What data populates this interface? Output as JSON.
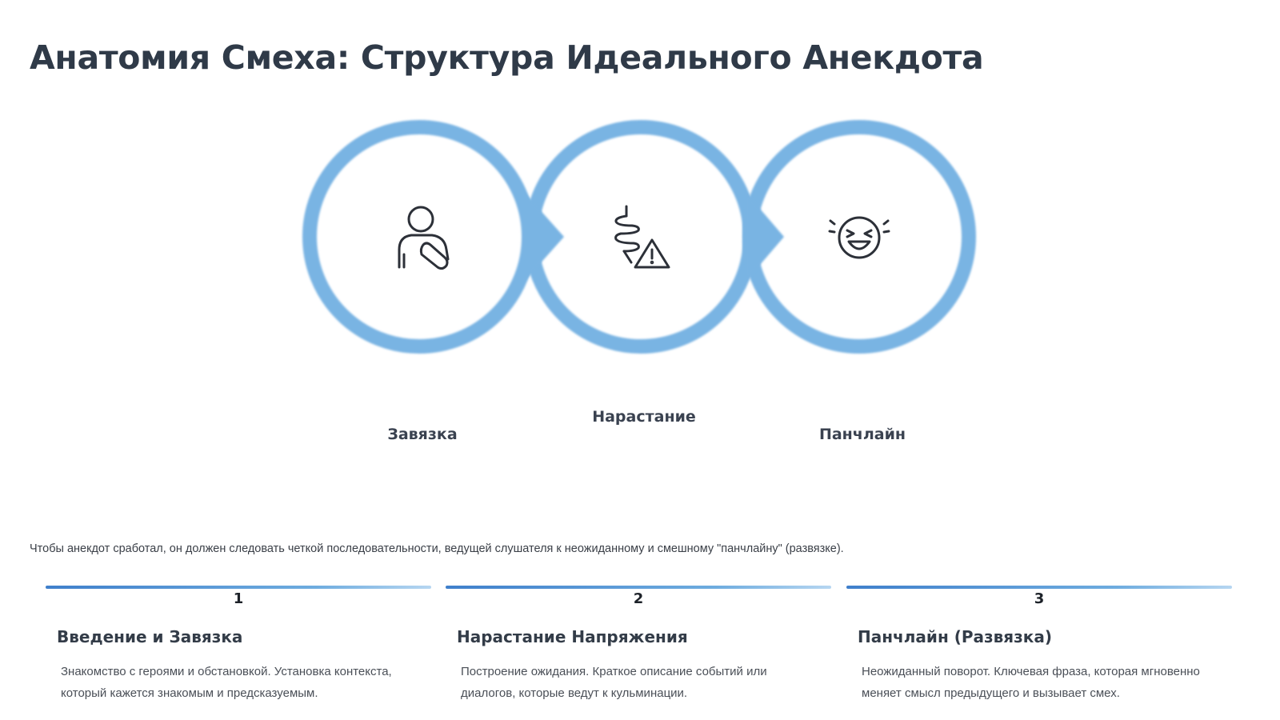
{
  "page": {
    "title": "Анатомия Смеха: Структура Идеального Анекдота"
  },
  "stages": [
    {
      "label": "Завязка",
      "icon": "person-hand-on-chest-icon"
    },
    {
      "label": "Нарастание",
      "icon": "spring-warning-icon"
    },
    {
      "label": "Панчлайн",
      "icon": "laughing-face-icon"
    }
  ],
  "intro": "Чтобы анекдот сработал, он должен следовать четкой последовательности, ведущей слушателя к неожиданному и смешному \"панчлайну\" (развязке).",
  "steps": [
    {
      "number": "1",
      "title": "Введение и Завязка",
      "description": "Знакомство с героями и обстановкой. Установка контекста, который кажется знакомым и предсказуемым."
    },
    {
      "number": "2",
      "title": "Нарастание Напряжения",
      "description": "Построение ожидания. Краткое описание событий или диалогов, которые ведут к кульминации."
    },
    {
      "number": "3",
      "title": "Панчлайн (Развязка)",
      "description": "Неожиданный поворот. Ключевая фраза, которая мгновенно меняет смысл предыдущего и вызывает смех."
    }
  ],
  "colors": {
    "ring": "#79b4e3",
    "ring_dark": "#5e9fd6",
    "icon": "#2c3038",
    "bar_start": "#3f7fcb",
    "bar_end": "#b6d6f1"
  }
}
